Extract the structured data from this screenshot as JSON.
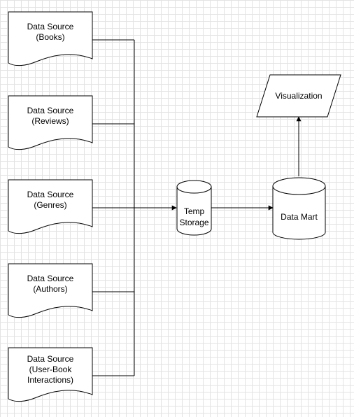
{
  "sources": [
    {
      "line1": "Data Source",
      "line2": "(Books)"
    },
    {
      "line1": "Data Source",
      "line2": "(Reviews)"
    },
    {
      "line1": "Data Source",
      "line2": "(Genres)"
    },
    {
      "line1": "Data Source",
      "line2": "(Authors)"
    },
    {
      "line1": "Data Source",
      "line2": "(User-Book",
      "line3": "Interactions)"
    }
  ],
  "temp_storage": {
    "line1": "Temp",
    "line2": "Storage"
  },
  "data_mart": {
    "label": "Data Mart"
  },
  "visualization": {
    "label": "Visualization"
  },
  "colors": {
    "stroke": "#000000",
    "fill": "#ffffff",
    "grid": "#e3e3e3"
  }
}
